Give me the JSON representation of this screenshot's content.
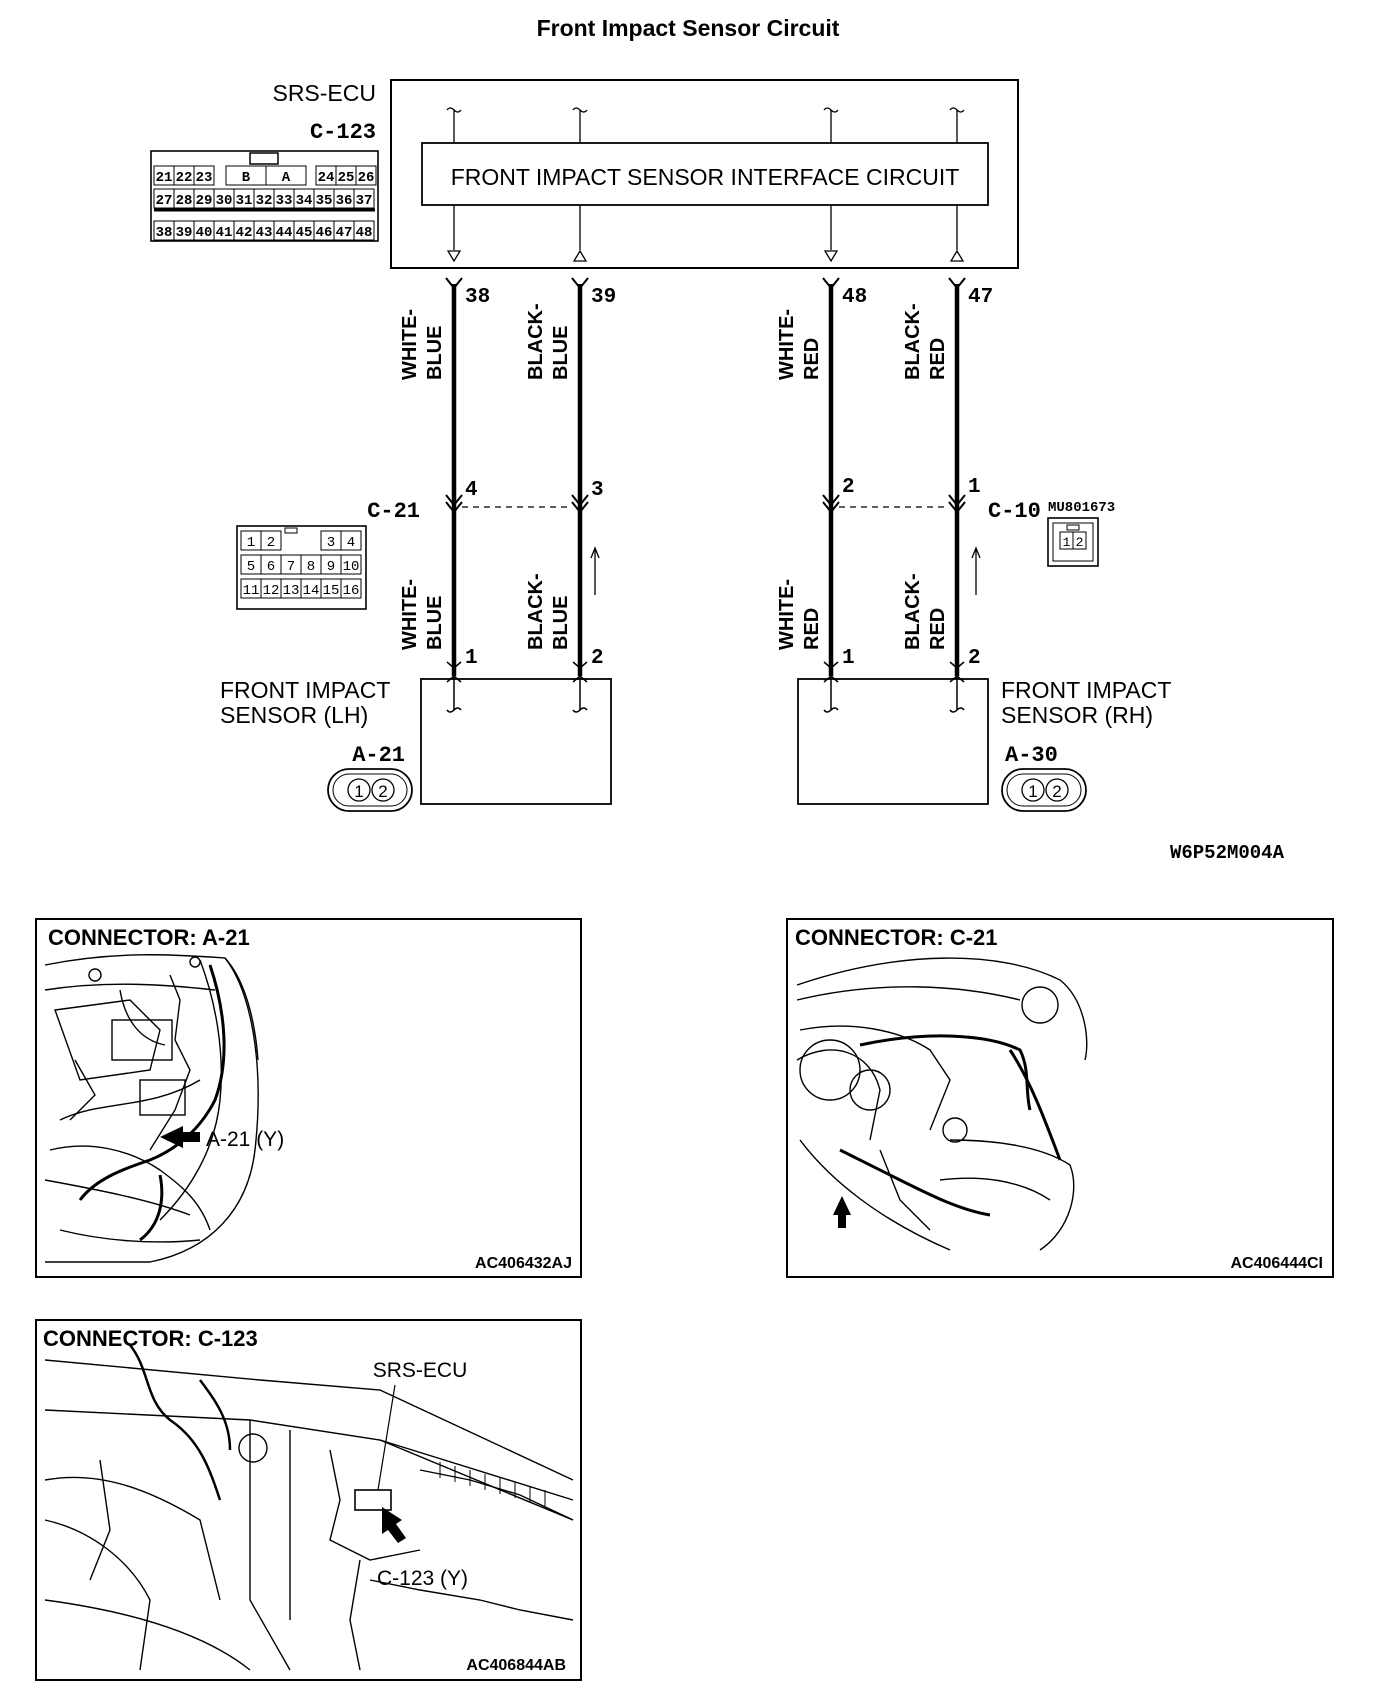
{
  "title": "Front Impact Sensor Circuit",
  "ecu": {
    "name": "SRS-ECU",
    "connector": "C-123",
    "interface_label": "FRONT IMPACT SENSOR INTERFACE CIRCUIT",
    "pinout_rows": [
      [
        "21",
        "22",
        "23",
        "B",
        "A",
        "24",
        "25",
        "26"
      ],
      [
        "27",
        "28",
        "29",
        "30",
        "31",
        "32",
        "33",
        "34",
        "35",
        "36",
        "37"
      ],
      [
        "38",
        "39",
        "40",
        "41",
        "42",
        "43",
        "44",
        "45",
        "46",
        "47",
        "48"
      ]
    ]
  },
  "wires": [
    {
      "ecu_pin": "38",
      "color_top": "WHITE-",
      "color_bottom": "BLUE",
      "mid_pin": "4",
      "sensor_pin": "1"
    },
    {
      "ecu_pin": "39",
      "color_top": "BLACK-",
      "color_bottom": "BLUE",
      "mid_pin": "3",
      "sensor_pin": "2"
    },
    {
      "ecu_pin": "48",
      "color_top": "WHITE-",
      "color_bottom": "RED",
      "mid_pin": "2",
      "sensor_pin": "1"
    },
    {
      "ecu_pin": "47",
      "color_top": "BLACK-",
      "color_bottom": "RED",
      "mid_pin": "1",
      "sensor_pin": "2"
    }
  ],
  "connector_c21": {
    "name": "C-21",
    "pinout_rows": [
      [
        "1",
        "2",
        "3",
        "4"
      ],
      [
        "5",
        "6",
        "7",
        "8",
        "9",
        "10"
      ],
      [
        "11",
        "12",
        "13",
        "14",
        "15",
        "16"
      ]
    ]
  },
  "connector_c10": {
    "name": "C-10",
    "part": "MU801673",
    "pins": [
      "1",
      "2"
    ]
  },
  "sensor_lh": {
    "line1": "FRONT IMPACT",
    "line2": "SENSOR (LH)",
    "connector": "A-21",
    "pins": [
      "1",
      "2"
    ]
  },
  "sensor_rh": {
    "line1": "FRONT IMPACT",
    "line2": "SENSOR (RH)",
    "connector": "A-30",
    "pins": [
      "1",
      "2"
    ]
  },
  "diagram_code": "W6P52M004A",
  "panels": [
    {
      "title": "CONNECTOR: A-21",
      "callout": "A-21 (Y)",
      "code": "AC406432AJ"
    },
    {
      "title": "CONNECTOR: C-21",
      "callout": "",
      "code": "AC406444CI"
    },
    {
      "title": "CONNECTOR: C-123",
      "callout": "C-123 (Y)",
      "label": "SRS-ECU",
      "code": "AC406844AB"
    }
  ]
}
